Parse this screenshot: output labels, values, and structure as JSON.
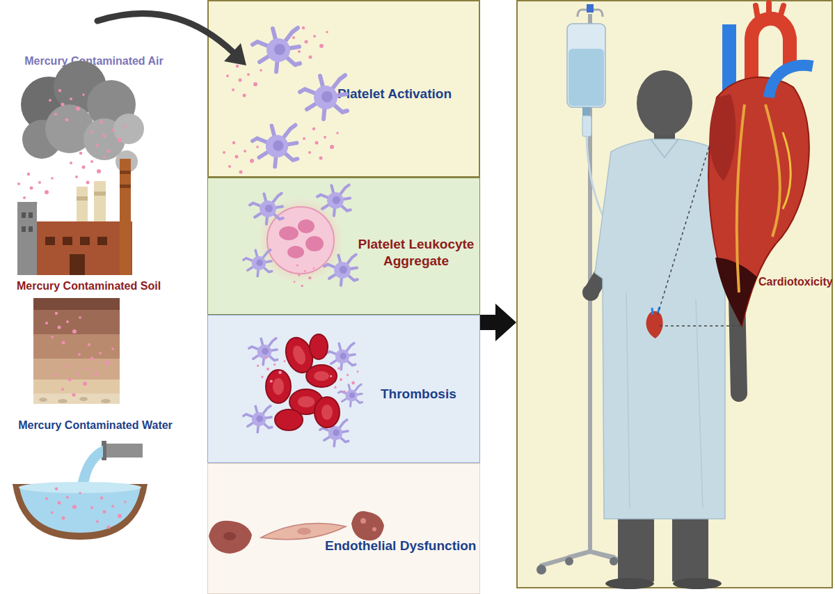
{
  "diagram": {
    "nodes": [
      {
        "text": [
          "Platelet Activation"
        ]
      },
      {
        "text": [
          "Platelet Leukocyte Aggregate"
        ]
      },
      {
        "text": [
          "Thrombosis"
        ]
      },
      {
        "text": [
          "Endothelial Dysfunction"
        ]
      },
      {
        "text": [
          "Cardiotoxicity"
        ]
      }
    ],
    "edges": [
      {
        "from": 2,
        "to": 4,
        "arrow": "to"
      }
    ],
    "labels": [
      "Mercury Contaminated Air",
      "Mercury Contaminated Soil",
      "Mercury Contaminated Water"
    ]
  }
}
